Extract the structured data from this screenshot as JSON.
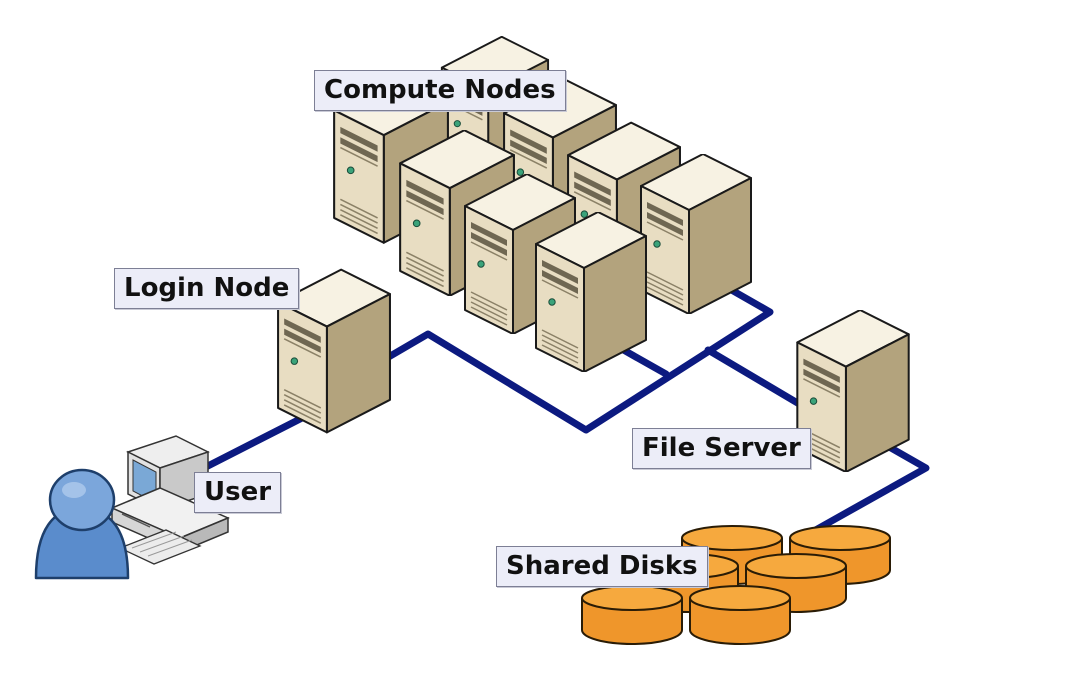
{
  "labels": {
    "compute_nodes": "Compute Nodes",
    "login_node": "Login Node",
    "user": "User",
    "file_server": "File Server",
    "shared_disks": "Shared Disks"
  },
  "colors": {
    "network_line": "#0c1a80",
    "server_front": "#e7dcc0",
    "server_side": "#b6a680",
    "server_top": "#f6f1e2",
    "disk_fill": "#f19a2e",
    "disk_top": "#f5a940",
    "user_figure": "#5a8ccc",
    "label_bg": "#ecedf8"
  },
  "icons": {
    "server": "server-tower-icon",
    "disk": "disk-cylinder-icon",
    "user": "person-icon",
    "workstation": "desktop-computer-icon"
  }
}
